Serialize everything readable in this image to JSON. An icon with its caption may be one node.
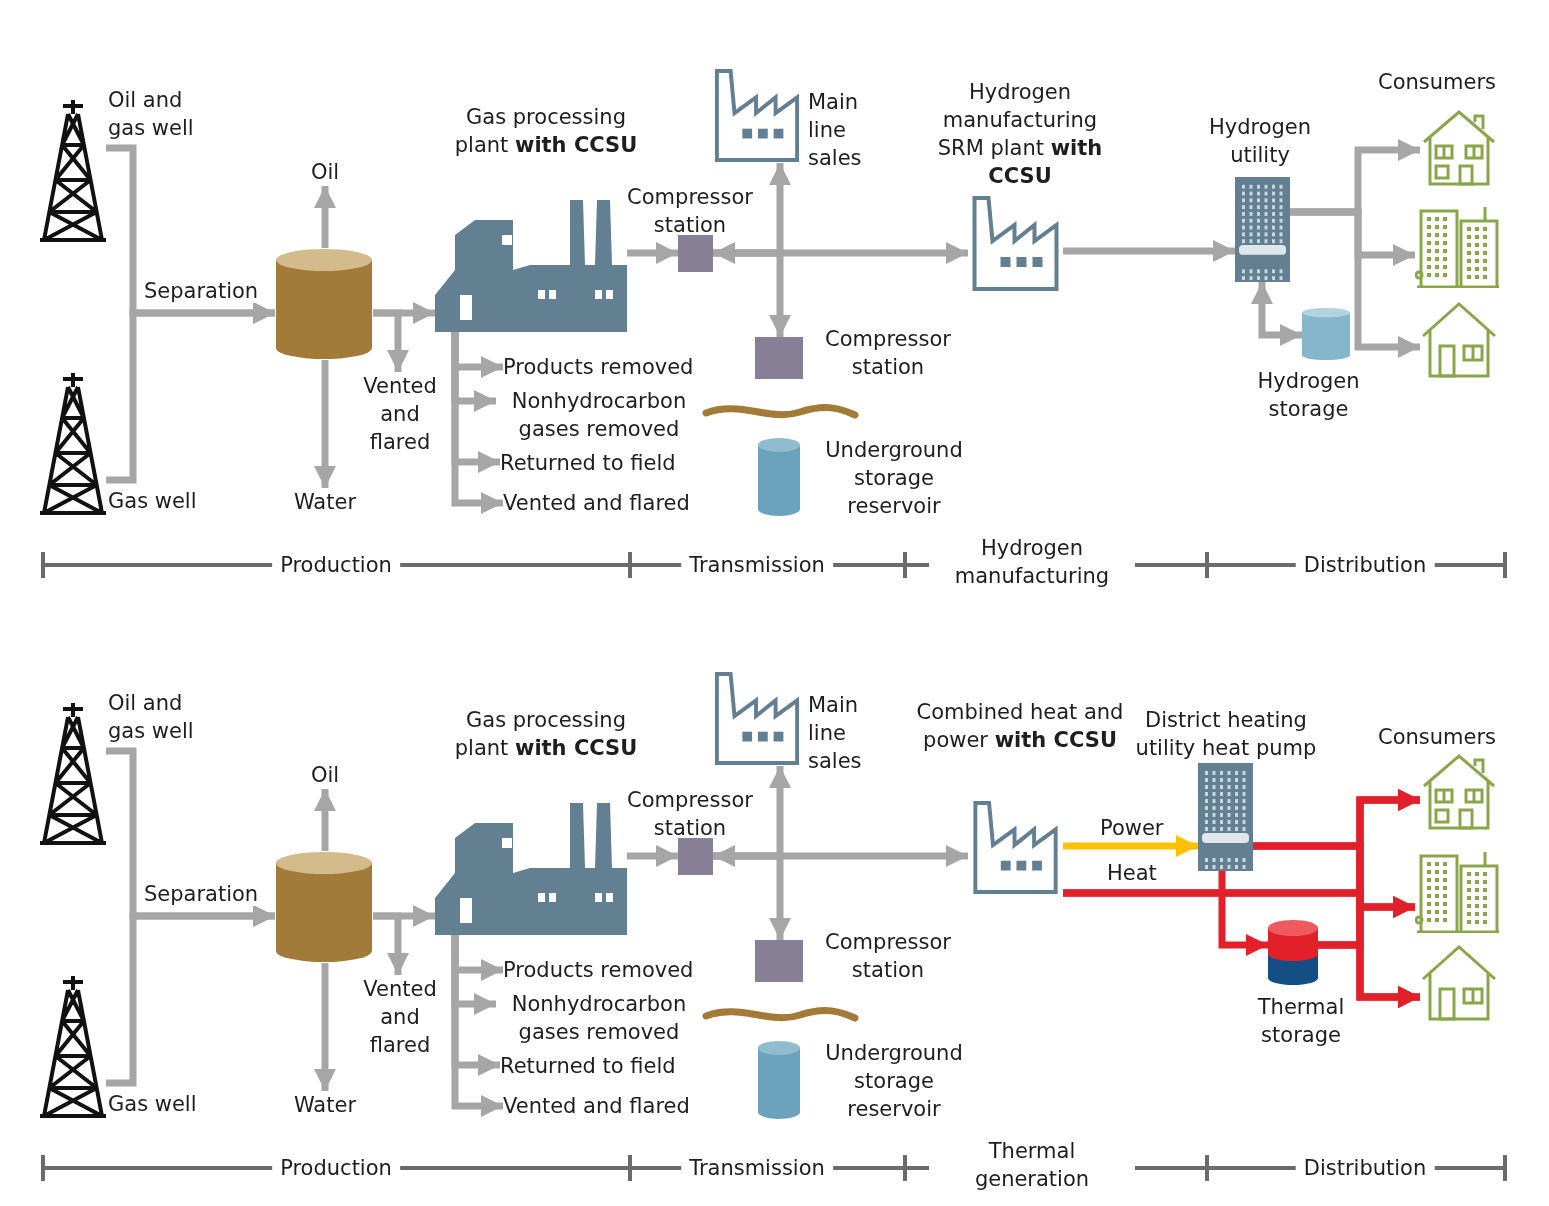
{
  "diagram": {
    "nodes": [
      {
        "text": [],
        "shape": "picture",
        "beside": [
          "Oil and gas well"
        ]
      },
      {
        "text": [],
        "shape": "picture",
        "beside": [
          "Gas well"
        ]
      },
      {
        "text": [],
        "shape": "cylinder"
      },
      {
        "text": [
          "Oil"
        ]
      },
      {
        "text": [
          "Water"
        ]
      },
      {
        "text": [
          "Vented and flared"
        ]
      },
      {
        "text": [],
        "shape": "picture",
        "beside": [
          "Gas processing plant **with CCSU**"
        ]
      },
      {
        "text": [
          "Products removed"
        ]
      },
      {
        "text": [
          "Nonhydrocarbon gases removed"
        ]
      },
      {
        "text": [
          "Returned to field"
        ]
      },
      {
        "text": [
          "Vented and flared"
        ]
      },
      {
        "text": [],
        "shape": "box",
        "beside": [
          "Compressor station"
        ]
      },
      {
        "text": [],
        "shape": "picture",
        "beside": [
          "Main line sales"
        ]
      },
      {
        "text": [],
        "shape": "box",
        "beside": [
          "Compressor station"
        ]
      },
      {
        "text": [],
        "shape": "cylinder",
        "beside": [
          "Underground storage reservoir"
        ]
      },
      {
        "text": [],
        "shape": "picture",
        "beside": [
          "Hydrogen manufacturing SRM plant **with CCSU**"
        ]
      },
      {
        "text": [],
        "shape": "picture",
        "beside": [
          "Hydrogen utility"
        ]
      },
      {
        "text": [],
        "shape": "cylinder",
        "beside": [
          "Hydrogen storage"
        ]
      },
      {
        "text": [],
        "shape": "picture"
      },
      {
        "text": [],
        "shape": "picture"
      },
      {
        "text": [],
        "shape": "picture"
      },
      {
        "text": [],
        "shape": "picture",
        "beside": [
          "Oil and gas well"
        ]
      },
      {
        "text": [],
        "shape": "picture",
        "beside": [
          "Gas well"
        ]
      },
      {
        "text": [],
        "shape": "cylinder"
      },
      {
        "text": [
          "Oil"
        ]
      },
      {
        "text": [
          "Water"
        ]
      },
      {
        "text": [
          "Vented and flared"
        ]
      },
      {
        "text": [],
        "shape": "picture",
        "beside": [
          "Gas processing plant **with CCSU**"
        ]
      },
      {
        "text": [
          "Products removed"
        ]
      },
      {
        "text": [
          "Nonhydrocarbon gases removed"
        ]
      },
      {
        "text": [
          "Returned to field"
        ]
      },
      {
        "text": [
          "Vented and flared"
        ]
      },
      {
        "text": [],
        "shape": "box",
        "beside": [
          "Compressor station"
        ]
      },
      {
        "text": [],
        "shape": "picture",
        "beside": [
          "Main line sales"
        ]
      },
      {
        "text": [],
        "shape": "box",
        "beside": [
          "Compressor station"
        ]
      },
      {
        "text": [],
        "shape": "cylinder",
        "beside": [
          "Underground storage reservoir"
        ]
      },
      {
        "text": [],
        "shape": "picture",
        "beside": [
          "Combined heat and power **with CCSU**"
        ]
      },
      {
        "text": [],
        "shape": "picture",
        "beside": [
          "District heating utility heat pump"
        ]
      },
      {
        "text": [],
        "shape": "cylinder",
        "beside": [
          "Thermal storage"
        ]
      },
      {
        "text": [],
        "shape": "picture"
      },
      {
        "text": [],
        "shape": "picture"
      },
      {
        "text": [],
        "shape": "picture"
      }
    ],
    "edges": [
      {
        "from": 0,
        "to": 2,
        "arrow": "to",
        "label": "Separation"
      },
      {
        "from": 1,
        "to": 2,
        "arrow": "to"
      },
      {
        "from": 2,
        "to": 3,
        "arrow": "to"
      },
      {
        "from": 2,
        "to": 4,
        "arrow": "to"
      },
      {
        "from": 2,
        "to": 6,
        "arrow": "to"
      },
      {
        "from": 2,
        "to": 5,
        "arrow": "to"
      },
      {
        "from": 6,
        "to": 7,
        "arrow": "to"
      },
      {
        "from": 6,
        "to": 8,
        "arrow": "to"
      },
      {
        "from": 6,
        "to": 9,
        "arrow": "to"
      },
      {
        "from": 6,
        "to": 10,
        "arrow": "to"
      },
      {
        "from": 6,
        "to": 11,
        "arrow": "to"
      },
      {
        "from": 11,
        "to": 12,
        "arrow": "to"
      },
      {
        "from": 11,
        "to": 13,
        "arrow": "both"
      },
      {
        "from": 11,
        "to": 15,
        "arrow": "to"
      },
      {
        "from": 15,
        "to": 16,
        "arrow": "to"
      },
      {
        "from": 16,
        "to": 18,
        "arrow": "to"
      },
      {
        "from": 16,
        "to": 19,
        "arrow": "to"
      },
      {
        "from": 16,
        "to": 20,
        "arrow": "to"
      },
      {
        "from": 16,
        "to": 17,
        "arrow": "both"
      },
      {
        "from": 21,
        "to": 23,
        "arrow": "to",
        "label": "Separation"
      },
      {
        "from": 22,
        "to": 23,
        "arrow": "to"
      },
      {
        "from": 23,
        "to": 24,
        "arrow": "to"
      },
      {
        "from": 23,
        "to": 25,
        "arrow": "to"
      },
      {
        "from": 23,
        "to": 27,
        "arrow": "to"
      },
      {
        "from": 23,
        "to": 26,
        "arrow": "to"
      },
      {
        "from": 27,
        "to": 28,
        "arrow": "to"
      },
      {
        "from": 27,
        "to": 29,
        "arrow": "to"
      },
      {
        "from": 27,
        "to": 30,
        "arrow": "to"
      },
      {
        "from": 27,
        "to": 31,
        "arrow": "to"
      },
      {
        "from": 27,
        "to": 32,
        "arrow": "to"
      },
      {
        "from": 32,
        "to": 33,
        "arrow": "to"
      },
      {
        "from": 32,
        "to": 34,
        "arrow": "both"
      },
      {
        "from": 32,
        "to": 36,
        "arrow": "to"
      },
      {
        "from": 36,
        "to": 37,
        "arrow": "to",
        "label": "Power",
        "color": "#ffc000"
      },
      {
        "from": 36,
        "to": 39,
        "arrow": "to",
        "label": "Heat",
        "color": "#e2202a"
      },
      {
        "from": 36,
        "to": 40,
        "arrow": "to",
        "color": "#e2202a"
      },
      {
        "from": 36,
        "to": 41,
        "arrow": "to",
        "color": "#e2202a"
      },
      {
        "from": 37,
        "to": 39,
        "arrow": "to",
        "color": "#e2202a"
      },
      {
        "from": 37,
        "to": 40,
        "arrow": "to",
        "color": "#e2202a"
      },
      {
        "from": 37,
        "to": 41,
        "arrow": "to",
        "color": "#e2202a"
      },
      {
        "from": 37,
        "to": 38,
        "arrow": "to",
        "color": "#e2202a"
      },
      {
        "from": 38,
        "to": 39,
        "arrow": "to",
        "color": "#e2202a"
      },
      {
        "from": 38,
        "to": 40,
        "arrow": "to",
        "color": "#e2202a"
      },
      {
        "from": 38,
        "to": 41,
        "arrow": "to",
        "color": "#e2202a"
      }
    ],
    "labels": [
      "Consumers",
      "Production",
      "Transmission",
      "Hydrogen manufacturing",
      "Distribution",
      "Consumers",
      "Production",
      "Transmission",
      "Thermal generation",
      "Distribution"
    ]
  }
}
